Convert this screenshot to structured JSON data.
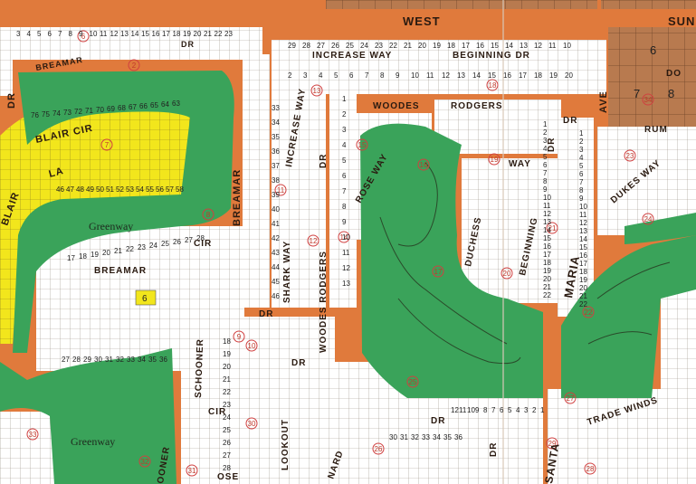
{
  "colors": {
    "road": "#e07a3c",
    "road_edge": "#b85a24",
    "green": "#3aa35a",
    "lots": "#ffffff",
    "lot_lines": "#9a8f86",
    "highlight": "#f2e61c",
    "district": "#b87a4f",
    "water_outline": "#2a4a2a",
    "circle": "#d04040"
  },
  "streets": {
    "west": "WEST",
    "sun": "SUN",
    "breamar_top": "BREAMAR",
    "dr_top": "DR",
    "increase_way": "INCREASE WAY",
    "beginning_dr": "BEGINNING DR",
    "blair_cir": "BLAIR CIR",
    "blair_la": "LA",
    "blair_left": "BLAIR",
    "dr_left": "DR",
    "woodes": "WOODES",
    "rodgers": "RODGERS",
    "dr_rodgers": "DR",
    "rose_way": "ROSE WAY",
    "duchess": "DUCHESS",
    "way_duchess": "WAY",
    "beginning_v": "BEGINNING",
    "dr_beginning": "DR",
    "maria_ave": "AVE",
    "maria": "MARIA",
    "santa": "SANTA",
    "rum": "RUM",
    "dukes_way": "DUKES WAY",
    "breamar_v": "BREAMAR",
    "increase_v": "INCREASE WAY",
    "shark_way": "SHARK WAY",
    "woodes_rodgers_v": "WOODES RODGERS",
    "dr_woodes": "DR",
    "breamar_cir": "BREAMAR",
    "cir_breamar": "CIR",
    "dr_mid": "DR",
    "schooner": "SCHOONER",
    "cir_schooner": "CIR",
    "lookout": "LOOKOUT",
    "dr_lookout": "DR",
    "dr_bottom": "DR",
    "trade_winds": "TRADE WINDS",
    "rodgers_dr_lower": "DR",
    "nard": "NARD",
    "dr_vert": "DR",
    "ooner": "OONER",
    "ose": "OSE",
    "do": "DO"
  },
  "greenways": {
    "upper": "Greenway",
    "lower": "Greenway"
  },
  "highlight_lot": "6",
  "district_lots": [
    "6",
    "7",
    "8"
  ],
  "circled": [
    "2",
    "6",
    "7",
    "8",
    "9",
    "10",
    "11",
    "12",
    "13",
    "14",
    "15",
    "16",
    "17",
    "18",
    "19",
    "20",
    "21",
    "22",
    "23",
    "24",
    "25",
    "26",
    "27",
    "28",
    "29",
    "30",
    "31",
    "32",
    "33",
    "34"
  ],
  "lot_rows": {
    "top_left": [
      "3",
      "4",
      "5",
      "6",
      "7",
      "8",
      "9",
      "10",
      "11",
      "12",
      "13",
      "14",
      "15",
      "16",
      "17",
      "18",
      "19",
      "20",
      "21",
      "22",
      "23"
    ],
    "increase_top": [
      "29",
      "28",
      "27",
      "26",
      "25",
      "24",
      "23",
      "22",
      "21",
      "20",
      "19",
      "18",
      "17",
      "16",
      "15",
      "14",
      "13",
      "12",
      "11",
      "10"
    ],
    "increase_bottom": [
      "2",
      "3",
      "4",
      "5",
      "6",
      "7",
      "8",
      "9",
      "10",
      "11",
      "12",
      "13",
      "14",
      "15",
      "16",
      "17",
      "18",
      "19",
      "20"
    ],
    "blair_top": [
      "76",
      "75",
      "74",
      "73",
      "72",
      "71",
      "70",
      "69",
      "68",
      "67",
      "66",
      "65",
      "64",
      "63"
    ],
    "blair_bottom": [
      "46",
      "47",
      "48",
      "49",
      "50",
      "51",
      "52",
      "53",
      "54",
      "55",
      "56",
      "57",
      "58"
    ],
    "breamar_cir_top": [
      "17",
      "18",
      "19",
      "20",
      "21",
      "22",
      "23",
      "24",
      "25",
      "26",
      "27",
      "28"
    ],
    "breamar_bottom": [
      "27",
      "28",
      "29",
      "30",
      "31",
      "32",
      "33",
      "34",
      "35",
      "36"
    ],
    "shark_col": [
      "33",
      "34",
      "35",
      "36",
      "37",
      "38",
      "39",
      "40",
      "41",
      "42",
      "43",
      "44",
      "45",
      "46"
    ],
    "woodes_col": [
      "1",
      "2",
      "3",
      "4",
      "5",
      "6",
      "7",
      "8",
      "9",
      "10",
      "11",
      "12",
      "13"
    ],
    "schooner_col": [
      "18",
      "19",
      "20",
      "21",
      "22",
      "23",
      "24",
      "25",
      "26",
      "27",
      "28"
    ],
    "dr_bottom_row": [
      "12",
      "11",
      "10",
      "9",
      "8",
      "7",
      "6",
      "5",
      "4",
      "3",
      "2",
      "1"
    ],
    "santa_col": [
      "1",
      "2",
      "3",
      "4",
      "5",
      "6",
      "7",
      "8",
      "9",
      "10",
      "11",
      "12",
      "13",
      "14",
      "15",
      "16",
      "17",
      "18",
      "19",
      "20",
      "21",
      "22"
    ],
    "maria_col": [
      "1",
      "2",
      "3",
      "4",
      "5",
      "6",
      "7",
      "8",
      "9",
      "10",
      "11",
      "12",
      "13",
      "14",
      "15",
      "16",
      "17",
      "18",
      "19",
      "20",
      "21",
      "22"
    ],
    "bottom_row": [
      "30",
      "31",
      "32",
      "33",
      "34",
      "35",
      "36"
    ]
  }
}
